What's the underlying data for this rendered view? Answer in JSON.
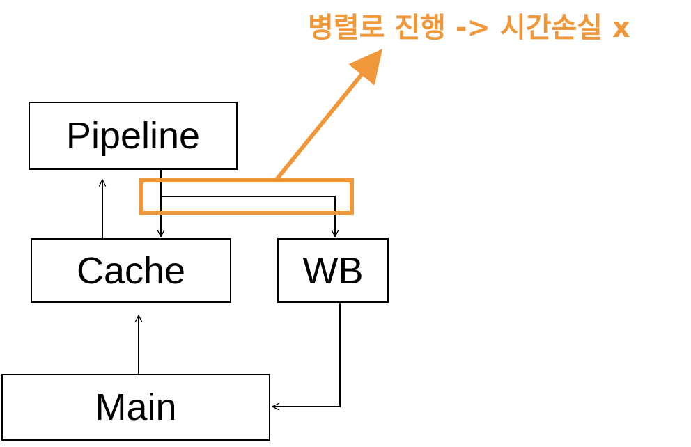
{
  "annotation": {
    "text": "병렬로 진행 -> 시간손실 x",
    "color": "#f0973a"
  },
  "boxes": {
    "pipeline": "Pipeline",
    "cache": "Cache",
    "wb": "WB",
    "main": "Main"
  },
  "colors": {
    "line": "#000000",
    "highlight": "#f0973a"
  }
}
